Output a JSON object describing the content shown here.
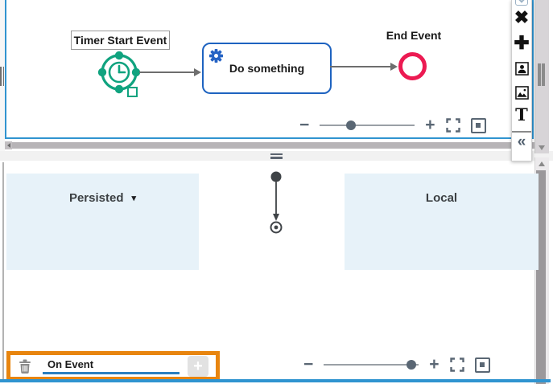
{
  "bpmn": {
    "start_event_label": "Timer Start Event",
    "task_label": "Do something",
    "end_event_label": "End Event"
  },
  "top_zoom": {
    "zoom_out_glyph": "−",
    "zoom_in_glyph": "+",
    "dot_style": "left:33%"
  },
  "bottom_zoom": {
    "zoom_out_glyph": "−",
    "zoom_in_glyph": "+",
    "dot_style": "left:92%"
  },
  "side_toolbar": {
    "close_glyph": "✖",
    "add_glyph": "✚",
    "text_glyph": "T",
    "collapse_glyph": "«",
    "icon_names": [
      "chevron-down-box",
      "close",
      "add",
      "portrait-image",
      "landscape-image",
      "text",
      "collapse-left"
    ]
  },
  "variables_panel": {
    "persisted_label": "Persisted",
    "persisted_caret": "▾",
    "local_label": "Local"
  },
  "event_row": {
    "name": "On Event",
    "add_glyph": "+"
  },
  "colors": {
    "panel_border_blue": "#3094d0",
    "start_event_green": "#10a37f",
    "task_border_blue": "#1e63c0",
    "end_event_red": "#ec1a52",
    "highlight_orange": "#e8850f",
    "input_underline_blue": "#2a7fc0",
    "panel_light_blue": "#e7f2f9",
    "control_slate": "#5a6774"
  }
}
